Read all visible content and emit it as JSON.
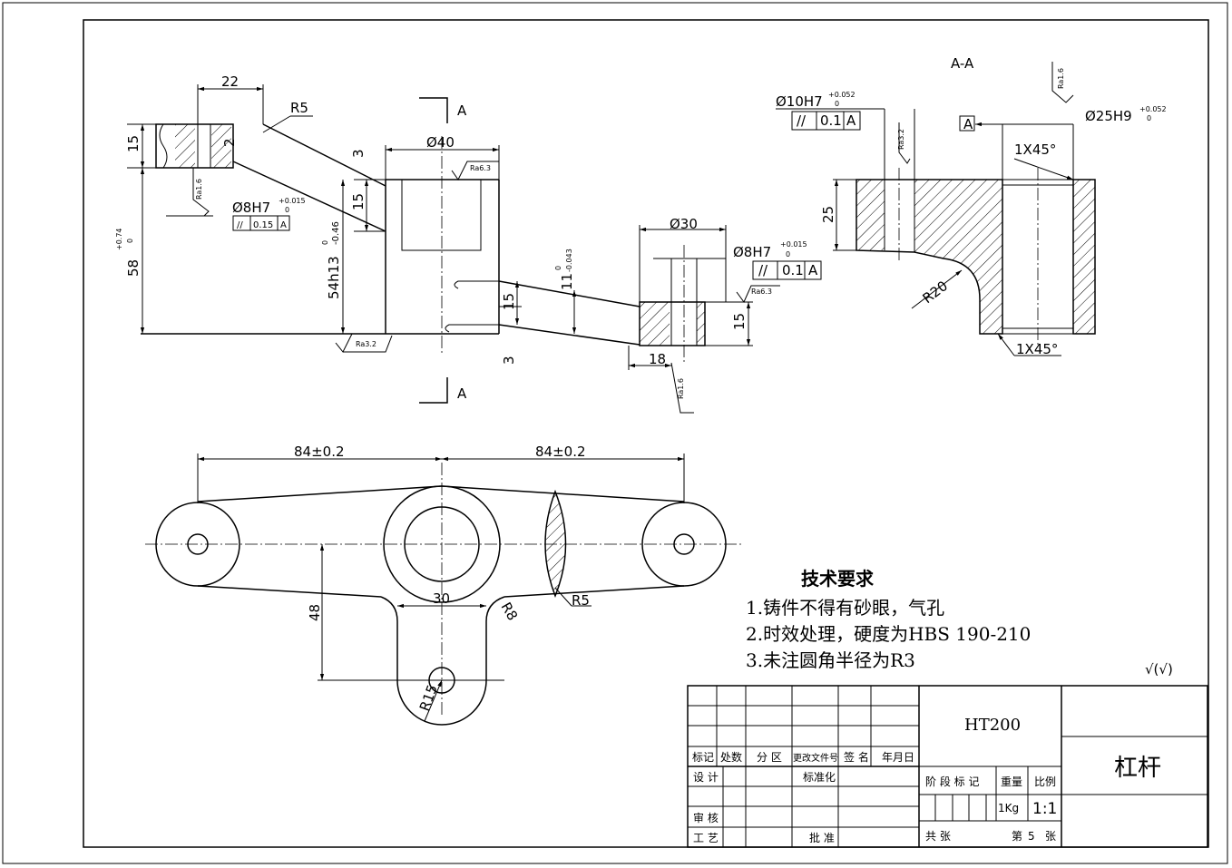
{
  "drawing": {
    "section_label": "A-A",
    "section_marks": [
      "A",
      "A"
    ],
    "datum_label": "A"
  },
  "dimensions": {
    "d22": "22",
    "r5_top": "R5",
    "d15_left": "15",
    "d2": "2",
    "d58": "58",
    "d58_tol_upper": "+0.74",
    "d58_tol_lower": "0",
    "d3_top": "3",
    "d15_mid": "15",
    "d54": "54h13",
    "d54_tol_upper": "0",
    "d54_tol_lower": "-0.46",
    "phi40": "Ø40",
    "phi8_left": "Ø8H7",
    "phi8_left_tol_upper": "+0.015",
    "phi8_left_tol_lower": "0",
    "d15_center": "15",
    "d3_bottom": "3",
    "d11": "11",
    "d11_tol_upper": "0",
    "d11_tol_lower": "-0.043",
    "phi30": "Ø30",
    "phi8_right": "Ø8H7",
    "phi8_right_tol_upper": "+0.015",
    "phi8_right_tol_lower": "0",
    "d15_right": "15",
    "d18": "18",
    "phi10": "Ø10H7",
    "phi10_tol_upper": "+0.052",
    "phi10_tol_lower": "0",
    "phi25": "Ø25H9",
    "phi25_tol_upper": "+0.052",
    "phi25_tol_lower": "0",
    "chamfer_top": "1X45°",
    "chamfer_bottom": "1X45°",
    "d25": "25",
    "r20": "R20",
    "d84_left": "84±0.2",
    "d84_right": "84±0.2",
    "d48": "48",
    "d30_plan": "30",
    "r8": "R8",
    "r5_plan": "R5",
    "r15": "R15"
  },
  "tolerance_frames": {
    "left": {
      "symbol": "//",
      "value": "0.15",
      "datum": "A"
    },
    "right": {
      "symbol": "//",
      "value": "0.1",
      "datum": "A"
    },
    "section": {
      "symbol": "//",
      "value": "0.1",
      "datum": "A"
    }
  },
  "roughness": {
    "ra63_top": "Ra6.3",
    "ra16_left": "Ra1.6",
    "ra32_bottom": "Ra3.2",
    "ra63_right": "Ra6.3",
    "ra16_right": "Ra1.6",
    "ra32_section": "Ra3.2",
    "ra16_section": "Ra1.6",
    "general": "√(√)"
  },
  "requirements": {
    "title": "技术要求",
    "items": [
      "1.铸件不得有砂眼，气孔",
      "2.时效处理，硬度为HBS 190-210",
      "3.未注圆角半径为R3"
    ]
  },
  "title_block": {
    "material": "HT200",
    "part_name": "杠杆",
    "headers": [
      "标记",
      "处数",
      "分 区",
      "更改文件号",
      "签 名",
      "年月日"
    ],
    "design": "设 计",
    "standard": "标准化",
    "review": "审 核",
    "process": "工 艺",
    "approve": "批 准",
    "stage": "阶 段 标 记",
    "weight_label": "重量",
    "scale_label": "比例",
    "weight": "1Kg",
    "scale": "1:1",
    "total_sheets": "共   张",
    "sheet_label": "第",
    "sheet_no": "5",
    "sheet_suffix": "张"
  }
}
